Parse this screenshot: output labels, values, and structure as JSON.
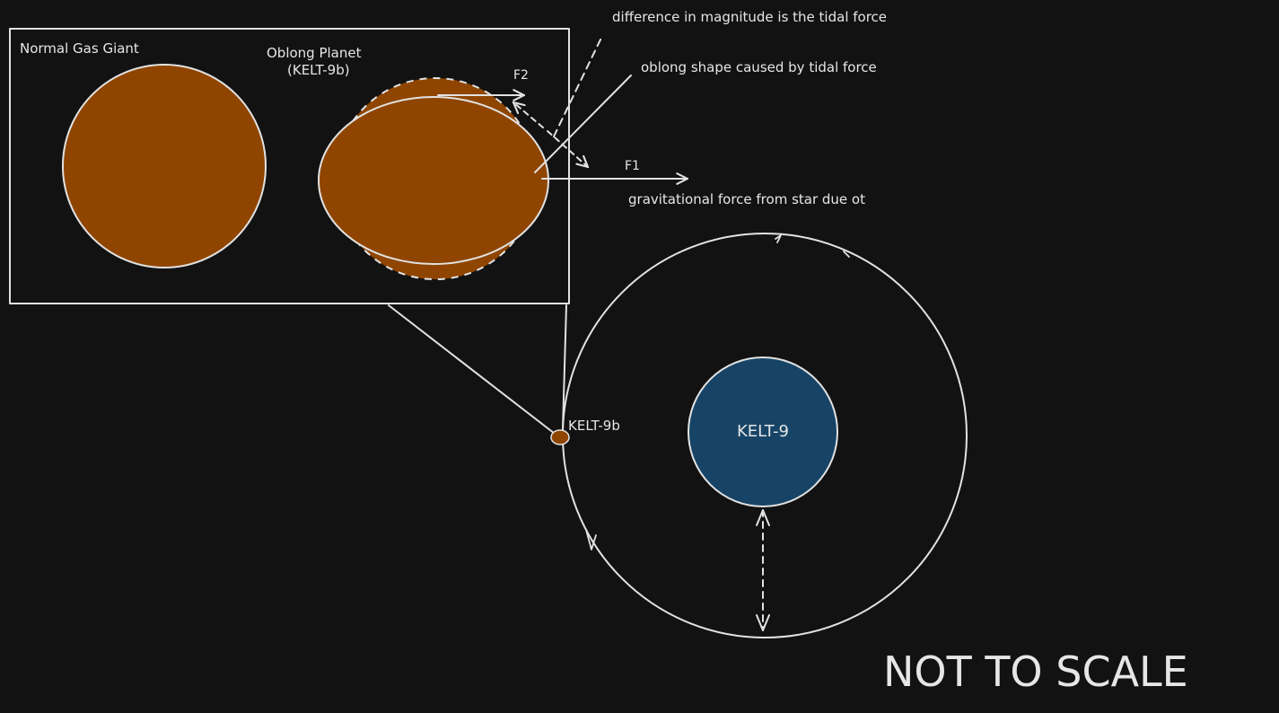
{
  "labels": {
    "normal_gas_giant": "Normal Gas Giant",
    "oblong_planet_line1": "Oblong Planet",
    "oblong_planet_line2": "(KELT-9b)",
    "f2": "F2",
    "f1": "F1",
    "tidal_difference": "difference in magnitude is the tidal force",
    "oblong_shape": "oblong shape caused by tidal force",
    "gravitational_force": "gravitational force from star due ot",
    "planet_name": "KELT-9b",
    "star_name": "KELT-9",
    "not_to_scale": "NOT TO SCALE"
  },
  "colors": {
    "background": "#121212",
    "planet": "#8f4500",
    "star": "#174466",
    "stroke": "#e2e2e2"
  }
}
